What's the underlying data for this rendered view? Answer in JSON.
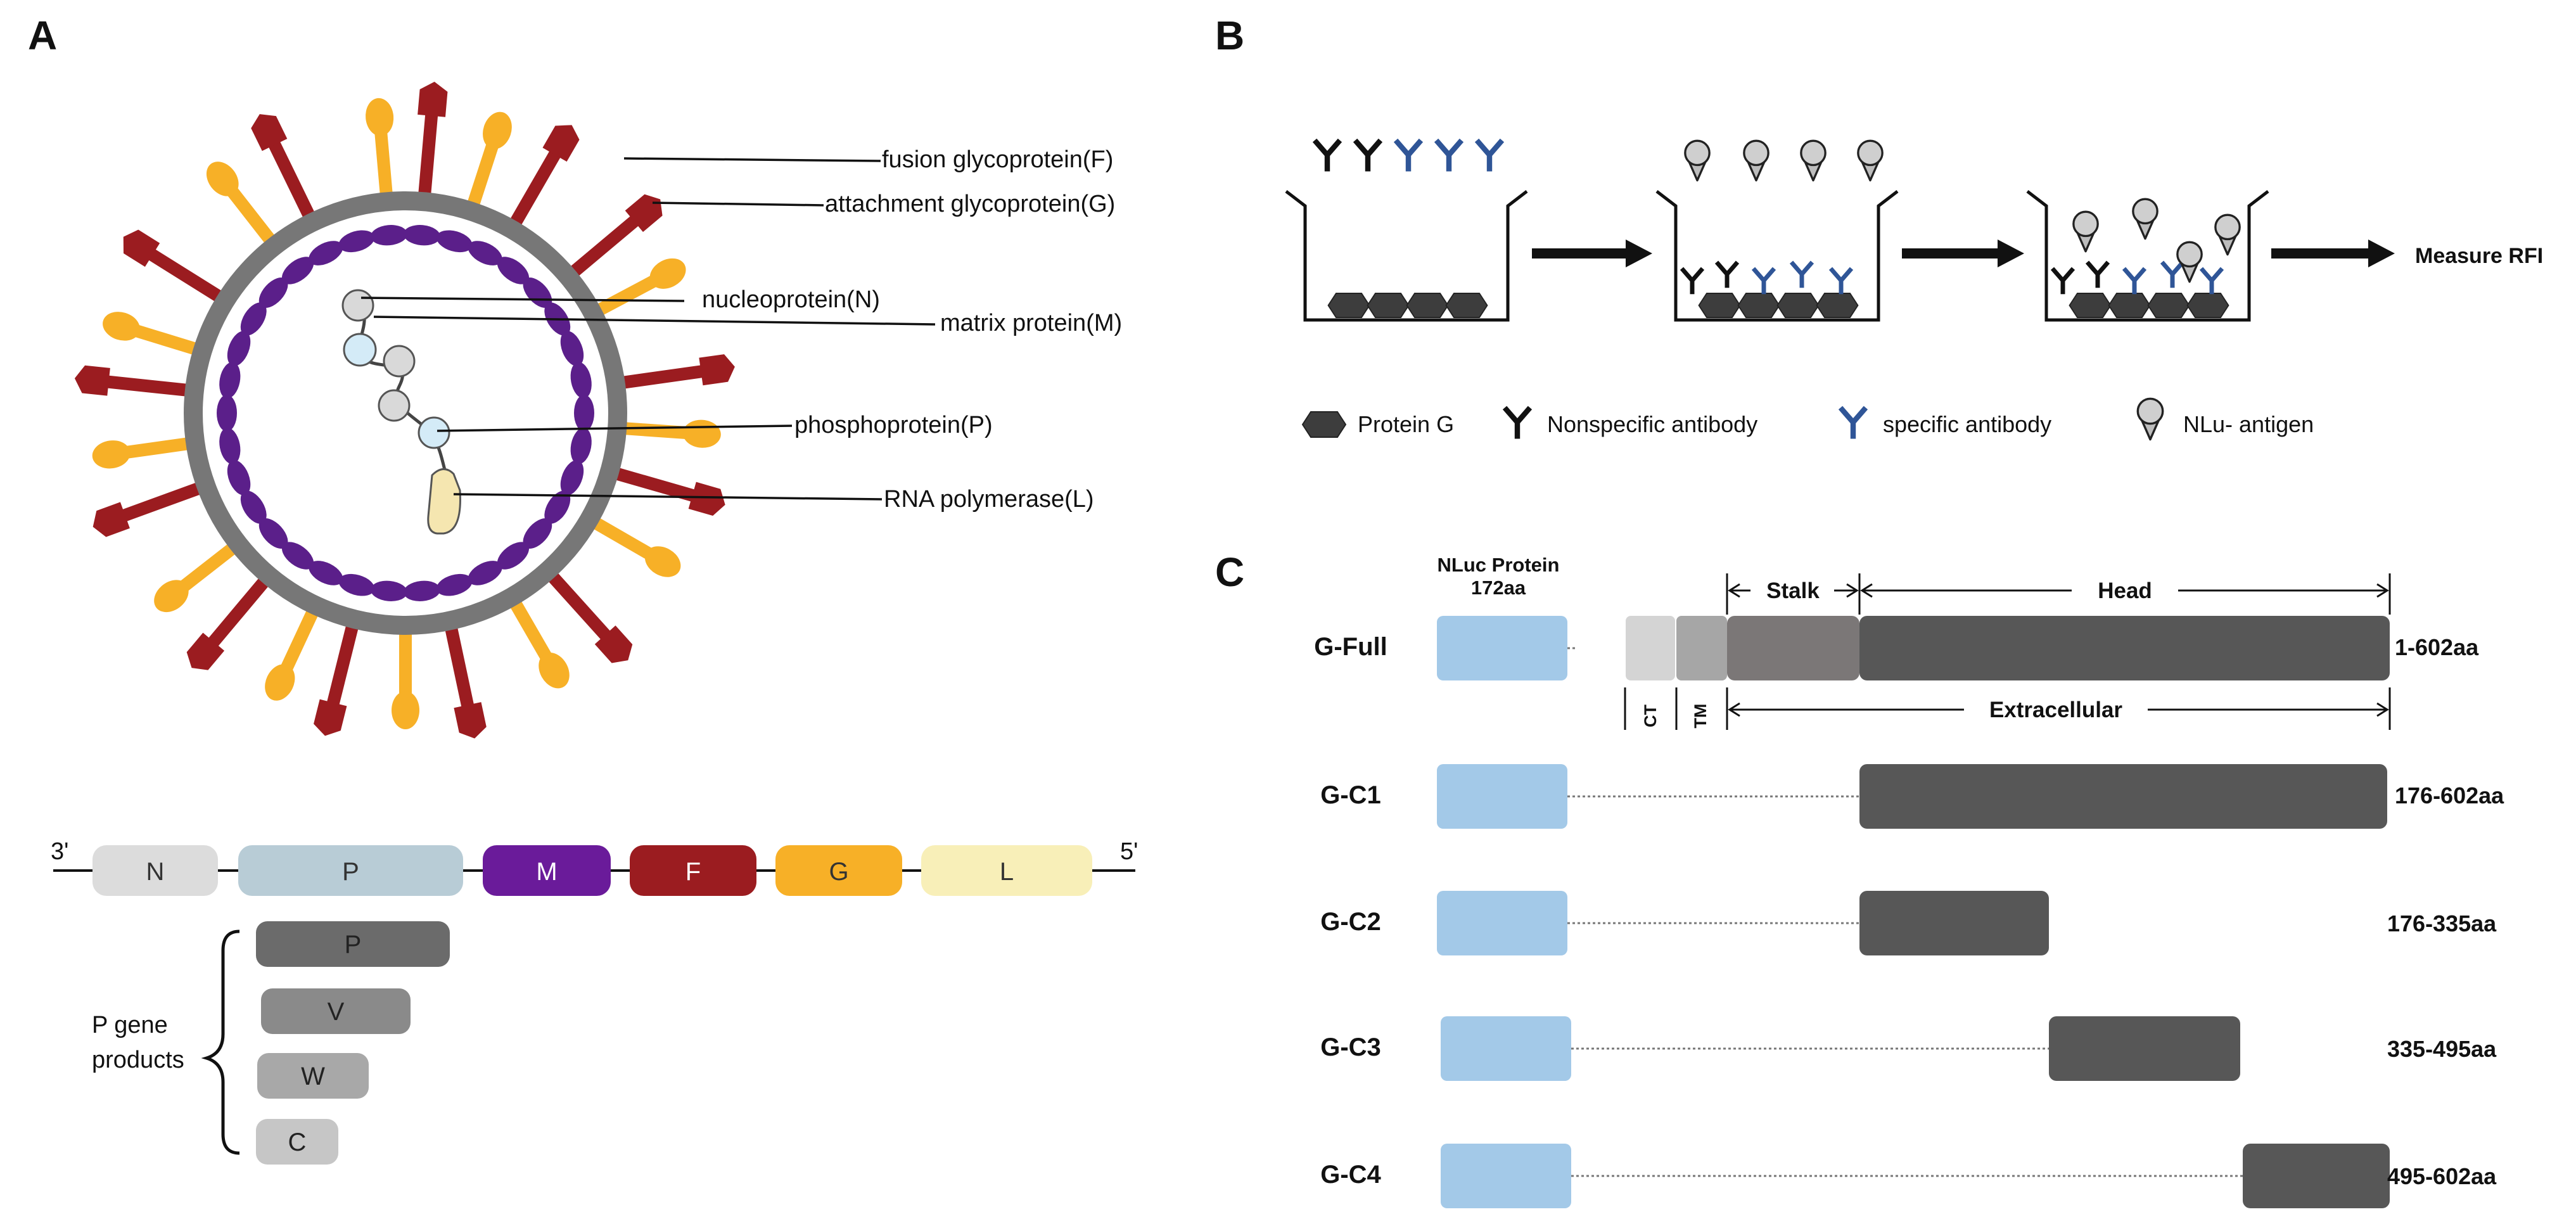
{
  "panel_a": {
    "letter": "A",
    "virion_labels": [
      "fusion glycoprotein(F)",
      "attachment glycoprotein(G)",
      "nucleoprotein(N)",
      "matrix protein(M)",
      "phosphoprotein(P)",
      "RNA polymerase(L)"
    ],
    "genome": {
      "end_3": "3'",
      "end_5": "5'",
      "genes": [
        {
          "label": "N",
          "color": "#dcdcdc",
          "text_color": "#333333"
        },
        {
          "label": "P",
          "color": "#b8ccd6",
          "text_color": "#333333"
        },
        {
          "label": "M",
          "color": "#6a1b9a",
          "text_color": "#ffffff"
        },
        {
          "label": "F",
          "color": "#9b1c20",
          "text_color": "#ffffff"
        },
        {
          "label": "G",
          "color": "#f7b027",
          "text_color": "#333333"
        },
        {
          "label": "L",
          "color": "#f8efb8",
          "text_color": "#333333"
        }
      ]
    },
    "p_gene": {
      "label": "P gene products",
      "products": [
        {
          "label": "P",
          "color": "#6b6b6b"
        },
        {
          "label": "V",
          "color": "#8a8a8a"
        },
        {
          "label": "W",
          "color": "#a8a8a8"
        },
        {
          "label": "C",
          "color": "#c6c6c6"
        }
      ]
    }
  },
  "panel_b": {
    "letter": "B",
    "measure": "Measure  RFI",
    "legend": [
      {
        "icon": "protein-g",
        "label": "Protein G"
      },
      {
        "icon": "nonspecific-antibody",
        "label": "Nonspecific antibody"
      },
      {
        "icon": "specific-antibody",
        "label": "specific antibody"
      },
      {
        "icon": "nlu-antigen",
        "label": "NLu- antigen"
      }
    ]
  },
  "panel_c": {
    "letter": "C",
    "nluc_label_1": "NLuc Protein",
    "nluc_label_2": "172aa",
    "domains": {
      "stalk": "Stalk",
      "head": "Head",
      "ct": "CT",
      "tm": "TM",
      "extracellular": "Extracellular"
    },
    "constructs": [
      {
        "name": "G-Full",
        "range": "1-602aa"
      },
      {
        "name": "G-C1",
        "range": "176-602aa"
      },
      {
        "name": "G-C2",
        "range": "176-335aa"
      },
      {
        "name": "G-C3",
        "range": "335-495aa"
      },
      {
        "name": "G-C4",
        "range": "495-602aa"
      }
    ]
  },
  "colors": {
    "membrane": "#7a7a7a",
    "matrix": "#5b1f8a",
    "spike_f": "#9b1c20",
    "spike_g": "#f7b027",
    "nucleo_gray": "#d9d9d9",
    "nucleo_blue": "#d4ebf7",
    "polymerase": "#f5e6b0",
    "nluc": "#a3c9e8",
    "dark_bar": "#575757",
    "ct": "#d4d4d4",
    "tm": "#a6a6a6",
    "stalk": "#7b7777",
    "nonspecific_ab": "#111111",
    "specific_ab": "#2f5597"
  }
}
